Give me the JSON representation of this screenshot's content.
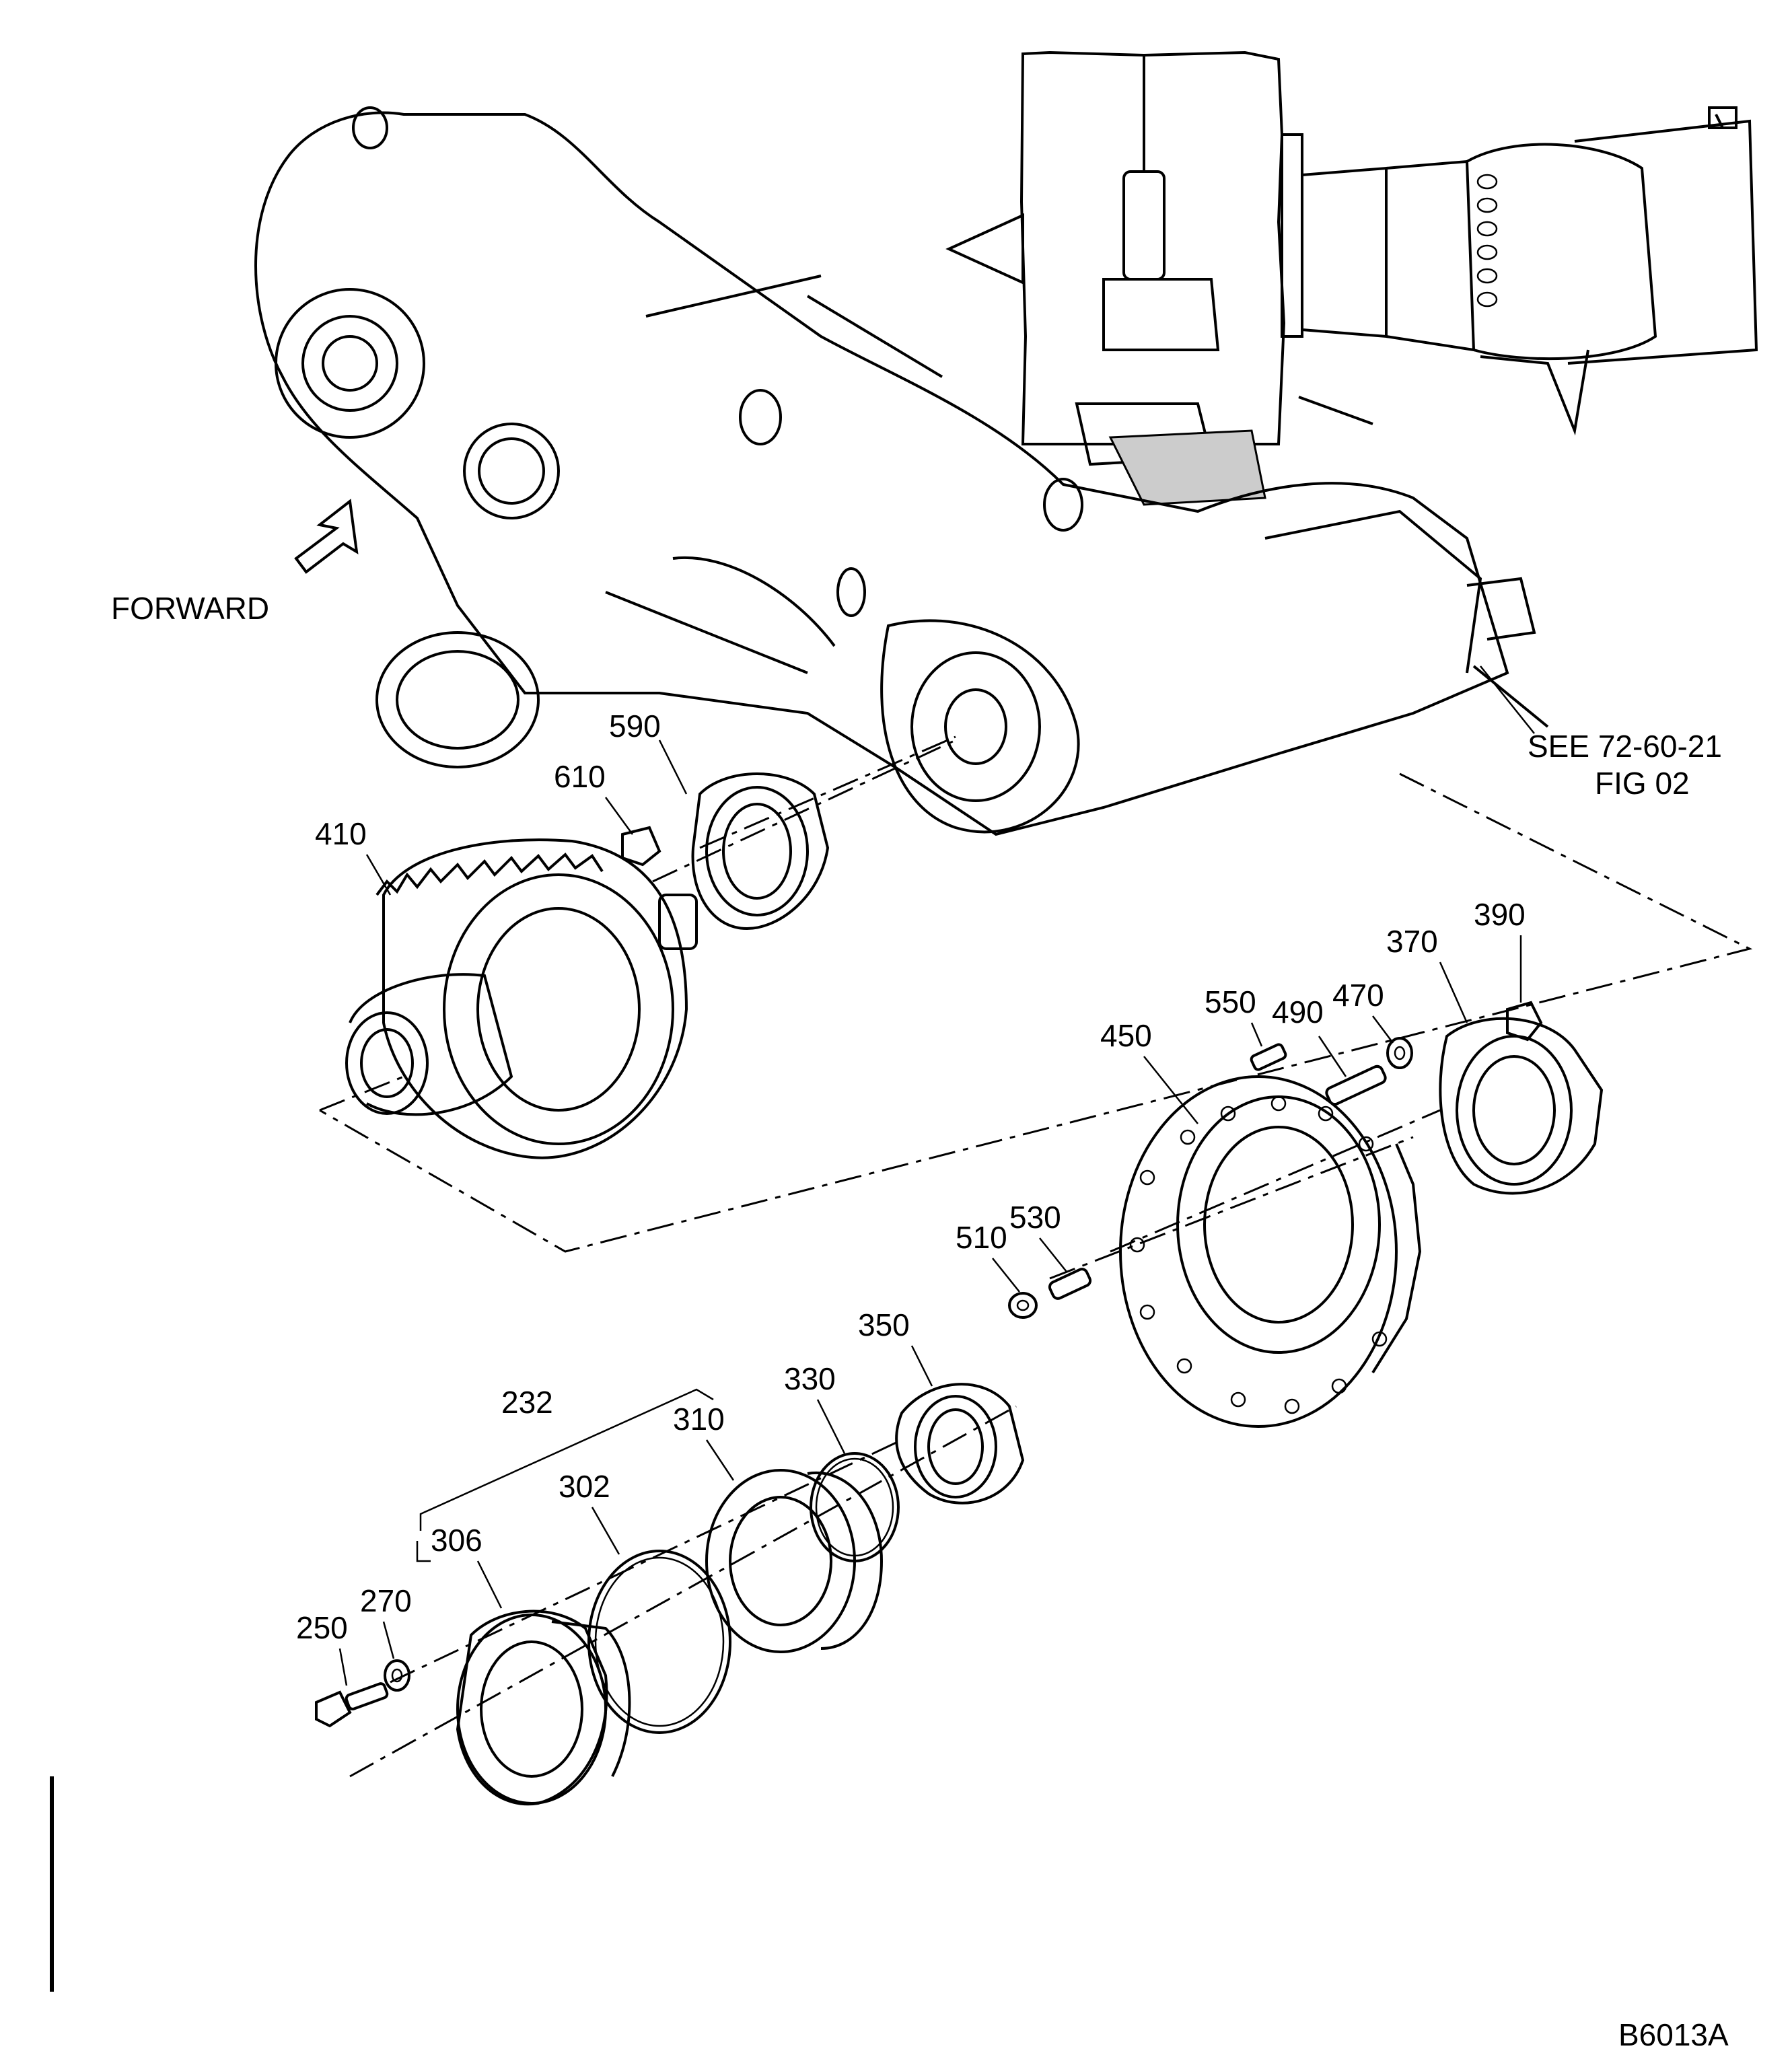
{
  "diagram": {
    "direction_label": "FORWARD",
    "reference_line1": "SEE 72-60-21",
    "reference_line2": "FIG 02",
    "figure_code": "B6013A",
    "callouts": [
      {
        "id": "c590",
        "text": "590"
      },
      {
        "id": "c610",
        "text": "610"
      },
      {
        "id": "c410",
        "text": "410"
      },
      {
        "id": "c390",
        "text": "390"
      },
      {
        "id": "c370",
        "text": "370"
      },
      {
        "id": "c550",
        "text": "550"
      },
      {
        "id": "c490",
        "text": "490"
      },
      {
        "id": "c470",
        "text": "470"
      },
      {
        "id": "c450",
        "text": "450"
      },
      {
        "id": "c530",
        "text": "530"
      },
      {
        "id": "c510",
        "text": "510"
      },
      {
        "id": "c350",
        "text": "350"
      },
      {
        "id": "c330",
        "text": "330"
      },
      {
        "id": "c310",
        "text": "310"
      },
      {
        "id": "c232",
        "text": "232"
      },
      {
        "id": "c302",
        "text": "302"
      },
      {
        "id": "c306",
        "text": "306"
      },
      {
        "id": "c270",
        "text": "270"
      },
      {
        "id": "c250",
        "text": "250"
      }
    ]
  }
}
